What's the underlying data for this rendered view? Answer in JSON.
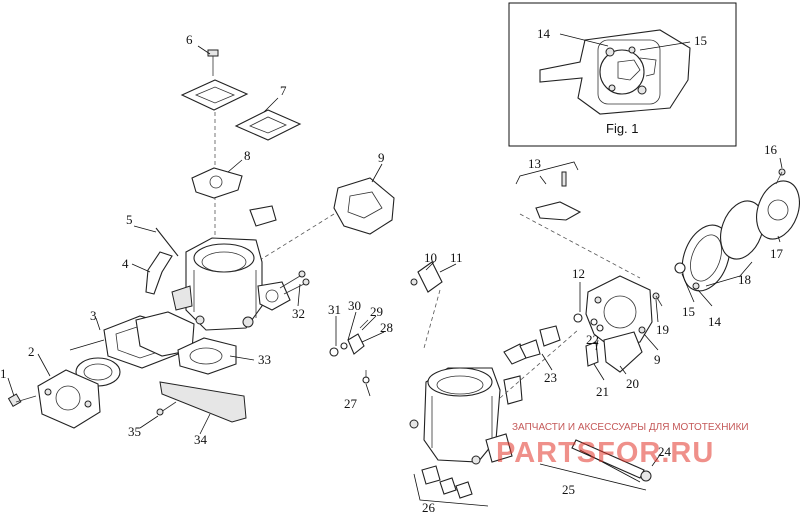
{
  "figure": {
    "inset_caption": "Fig. 1",
    "callouts": {
      "c1": "1",
      "c2": "2",
      "c3": "3",
      "c4": "4",
      "c5": "5",
      "c6": "6",
      "c7": "7",
      "c8": "8",
      "c9a": "9",
      "c9b": "9",
      "c10": "10",
      "c11": "11",
      "c12": "12",
      "c13": "13",
      "c14a": "14",
      "c14b": "14",
      "c15a": "15",
      "c15b": "15",
      "c16": "16",
      "c17": "17",
      "c18": "18",
      "c19": "19",
      "c20": "20",
      "c21": "21",
      "c22": "22",
      "c23": "23",
      "c24": "24",
      "c25": "25",
      "c26": "26",
      "c27": "27",
      "c28": "28",
      "c29": "29",
      "c30": "30",
      "c31": "31",
      "c32": "32",
      "c33": "33",
      "c34": "34",
      "c35": "35"
    }
  },
  "watermark": {
    "tagline": "ЗАПЧАСТИ И АКСЕССУАРЫ ДЛЯ МОТОТЕХНИКИ",
    "brand": "PARTSFOR.RU",
    "color": "#e2342a"
  }
}
